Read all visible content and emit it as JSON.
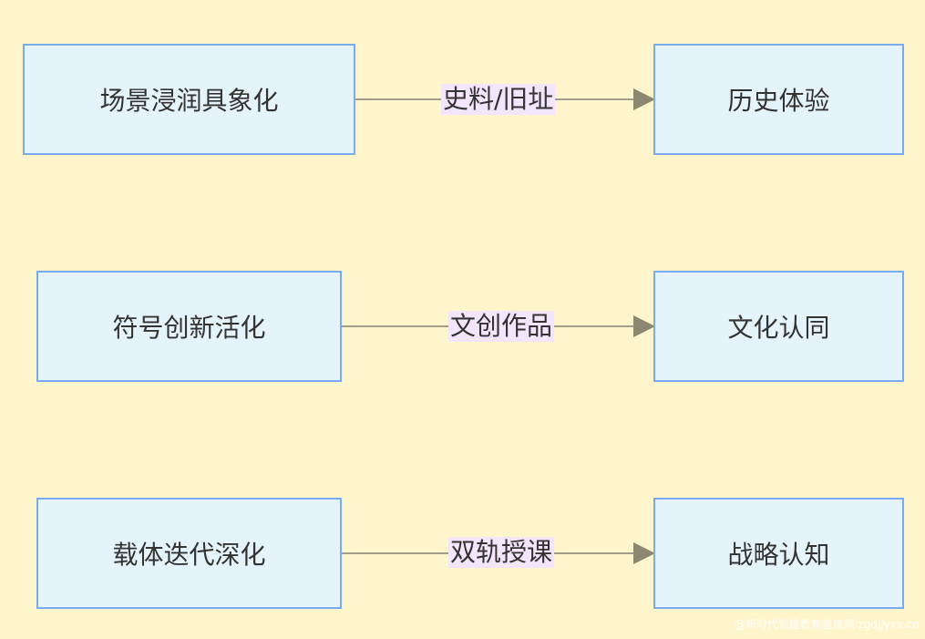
{
  "rows": [
    {
      "source": "场景浸润具象化",
      "edge": "史料/旧址",
      "target": "历史体验"
    },
    {
      "source": "符号创新活化",
      "edge": "文创作品",
      "target": "文化认同"
    },
    {
      "source": "载体迭代深化",
      "edge": "双轨授课",
      "target": "战略认知"
    }
  ],
  "colors": {
    "background": "#fff5cc",
    "node_fill": "#e5f4fb",
    "node_border": "#7aaaf0",
    "edge_line": "#a39e8a",
    "edge_label_bg": "#f3e5fb",
    "text": "#333333"
  },
  "watermark": "@新时代党建教育信息网 zgdjjyxx.cn"
}
